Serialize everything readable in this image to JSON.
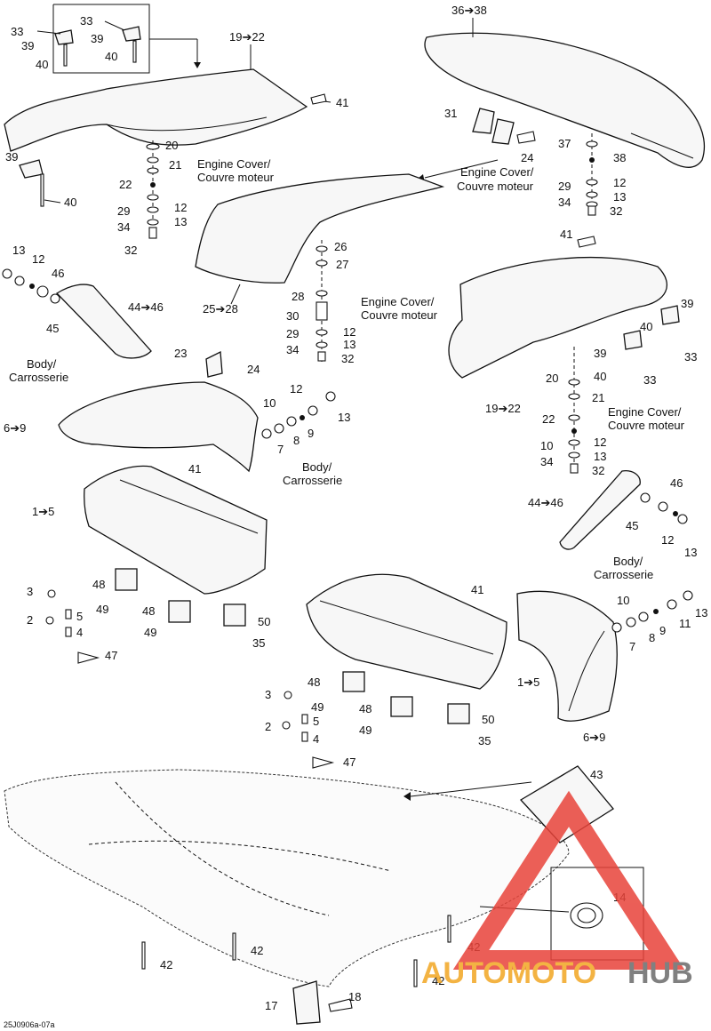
{
  "labels": {
    "l_33a": "33",
    "l_39a": "39",
    "l_40a": "40",
    "l_33b": "33",
    "l_39b": "39",
    "l_40b": "40",
    "l_19_22a": "19➔22",
    "l_41a": "41",
    "l_39c": "39",
    "l_40c": "40",
    "l_20a": "20",
    "l_21a": "21",
    "l_22a": "22",
    "l_12a": "12",
    "l_13a": "13",
    "l_29a": "29",
    "l_34a": "34",
    "l_32a": "32",
    "l_36_38": "36➔38",
    "l_31": "31",
    "l_24a": "24",
    "l_37": "37",
    "l_38": "38",
    "l_12b": "12",
    "l_13b": "13",
    "l_29b": "29",
    "l_34b": "34",
    "l_32b": "32",
    "l_13c": "13",
    "l_12c": "12",
    "l_46a": "46",
    "l_44_46a": "44➔46",
    "l_45a": "45",
    "l_26": "26",
    "l_27": "27",
    "l_28": "28",
    "l_30": "30",
    "l_25_28": "25➔28",
    "l_12d": "12",
    "l_13d": "13",
    "l_29c": "29",
    "l_34c": "34",
    "l_32c": "32",
    "l_41b": "41",
    "l_39d": "39",
    "l_40d": "40",
    "l_33c": "33",
    "l_39e": "39",
    "l_40e": "40",
    "l_33d": "33",
    "l_19_22b": "19➔22",
    "l_20b": "20",
    "l_21b": "21",
    "l_22b": "22",
    "l_10a": "10",
    "l_12e": "12",
    "l_13e": "13",
    "l_34d": "34",
    "l_32d": "32",
    "l_23": "23",
    "l_24b": "24",
    "l_12f": "12",
    "l_10b": "10",
    "l_13f": "13",
    "l_9a": "9",
    "l_8a": "8",
    "l_7a": "7",
    "l_6_9a": "6➔9",
    "l_41c": "41",
    "l_1_5a": "1➔5",
    "l_48a": "48",
    "l_48b": "48",
    "l_49a": "49",
    "l_49b": "49",
    "l_50a": "50",
    "l_35a": "35",
    "l_3a": "3",
    "l_2a": "2",
    "l_5a": "5",
    "l_4a": "4",
    "l_47a": "47",
    "l_44_46b": "44➔46",
    "l_46b": "46",
    "l_45b": "45",
    "l_12g": "12",
    "l_13g": "13",
    "l_41d": "41",
    "l_10c": "10",
    "l_13h": "13",
    "l_11": "11",
    "l_9b": "9",
    "l_8b": "8",
    "l_7b": "7",
    "l_6_9b": "6➔9",
    "l_1_5b": "1➔5",
    "l_48c": "48",
    "l_48d": "48",
    "l_49c": "49",
    "l_49d": "49",
    "l_50b": "50",
    "l_35b": "35",
    "l_3b": "3",
    "l_2b": "2",
    "l_5b": "5",
    "l_4b": "4",
    "l_47b": "47",
    "l_43": "43",
    "l_14": "14",
    "l_42a": "42",
    "l_42b": "42",
    "l_42c": "42",
    "l_42d": "42",
    "l_17": "17",
    "l_18": "18"
  },
  "callouts": {
    "engine_cover_1a": "Engine Cover/",
    "engine_cover_1b": "Couvre moteur",
    "engine_cover_2a": "Engine Cover/",
    "engine_cover_2b": "Couvre moteur",
    "engine_cover_3a": "Engine Cover/",
    "engine_cover_3b": "Couvre moteur",
    "engine_cover_4a": "Engine Cover/",
    "engine_cover_4b": "Couvre moteur",
    "body_1a": "Body/",
    "body_1b": "Carrosserie",
    "body_2a": "Body/",
    "body_2b": "Carrosserie",
    "body_3a": "Body/",
    "body_3b": "Carrosserie"
  },
  "figure_code": "25J0906a-07a",
  "watermark": {
    "brand_part1": "AUTOMOTO",
    "brand_part2": "HUB",
    "color_primary": "#e8433a",
    "color_secondary": "#f2a623",
    "color_dark": "#6b6b6b"
  }
}
